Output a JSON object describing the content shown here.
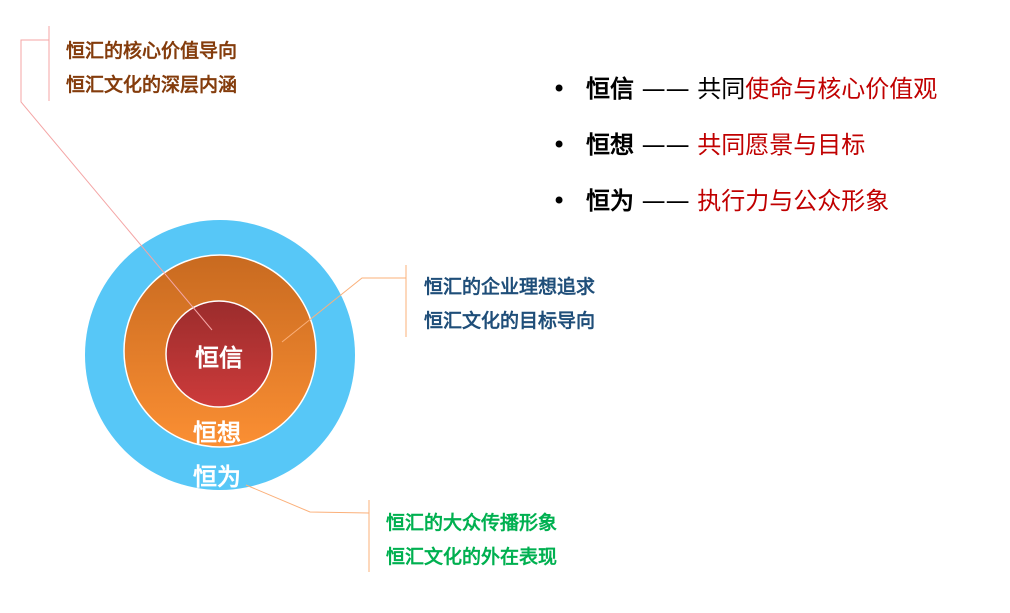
{
  "callouts": {
    "core": {
      "line1": "恒汇的核心价值导向",
      "line2": "恒汇文化的深层内涵"
    },
    "ideal": {
      "line1": "恒汇的企业理想追求",
      "line2": "恒汇文化的目标导向"
    },
    "image": {
      "line1": "恒汇的大众传播形象",
      "line2": "恒汇文化的外在表现"
    }
  },
  "rings": {
    "inner": "恒信",
    "middle": "恒想",
    "outer": "恒为"
  },
  "bullets": [
    {
      "dot": "•",
      "keyword": "恒信",
      "sep": " —— ",
      "plain": "共同",
      "highlight": "使命与核心价值观"
    },
    {
      "dot": "•",
      "keyword": "恒想",
      "sep": " —— ",
      "plain": "",
      "highlight": "共同愿景与目标"
    },
    {
      "dot": "•",
      "keyword": "恒为",
      "sep": " —— ",
      "plain": "",
      "highlight": "执行力与公众形象"
    }
  ],
  "colors": {
    "outer": "#57c7f7",
    "middle_top": "#c86a20",
    "middle_bottom": "#fb8f33",
    "inner_top": "#9b2c2c",
    "inner_bottom": "#cd3b3b",
    "accent_red": "#c00000"
  }
}
